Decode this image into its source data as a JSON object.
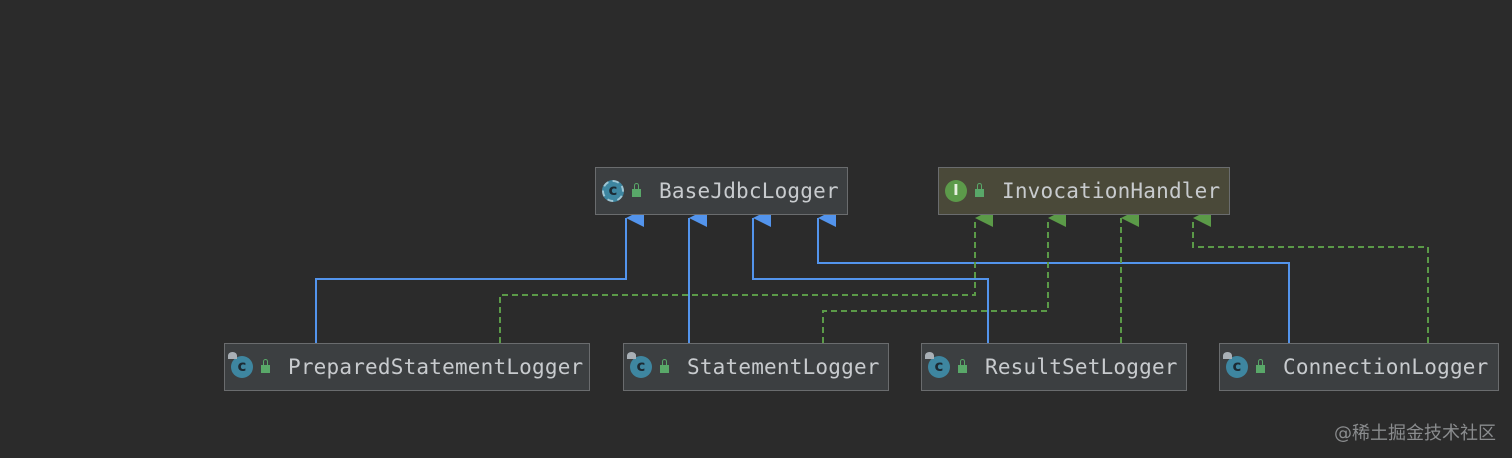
{
  "diagram": {
    "nodes": [
      {
        "id": "base",
        "name": "BaseJdbcLogger",
        "kind": "abstract"
      },
      {
        "id": "handler",
        "name": "InvocationHandler",
        "kind": "interface"
      },
      {
        "id": "prepared",
        "name": "PreparedStatementLogger",
        "kind": "class"
      },
      {
        "id": "statement",
        "name": "StatementLogger",
        "kind": "class"
      },
      {
        "id": "resultset",
        "name": "ResultSetLogger",
        "kind": "class"
      },
      {
        "id": "connection",
        "name": "ConnectionLogger",
        "kind": "class"
      }
    ],
    "edges": [
      {
        "from": "prepared",
        "to": "base",
        "type": "extends"
      },
      {
        "from": "statement",
        "to": "base",
        "type": "extends"
      },
      {
        "from": "resultset",
        "to": "base",
        "type": "extends"
      },
      {
        "from": "connection",
        "to": "base",
        "type": "extends"
      },
      {
        "from": "prepared",
        "to": "handler",
        "type": "implements"
      },
      {
        "from": "statement",
        "to": "handler",
        "type": "implements"
      },
      {
        "from": "resultset",
        "to": "handler",
        "type": "implements"
      },
      {
        "from": "connection",
        "to": "handler",
        "type": "implements"
      }
    ],
    "colors": {
      "background": "#2b2b2b",
      "extends_line": "#5394ec",
      "implements_line": "#5b9a48",
      "node_fill": "#3c3f41",
      "interface_fill": "#4a4939",
      "node_border": "#6a6c6e",
      "text": "#c8cbce"
    }
  },
  "watermark": "@稀土掘金技术社区"
}
